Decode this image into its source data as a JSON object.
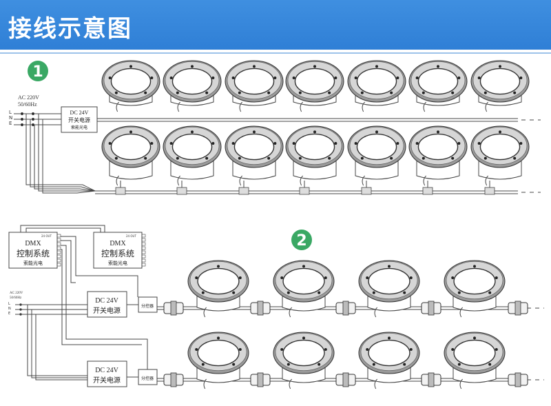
{
  "header": {
    "title": "接线示意图"
  },
  "colors": {
    "header_bg": "#3f8fe0",
    "badge_green": "#3aa864",
    "line": "#444444"
  },
  "section1": {
    "badge": "1",
    "mains": {
      "ac": "AC 220V",
      "freq": "50/60Hz",
      "l": "L",
      "n": "N",
      "e": "E"
    },
    "psu": {
      "line1": "DC 24V",
      "line2": "开关电源",
      "line3": "索能光电"
    }
  },
  "section2": {
    "badge": "2",
    "dmx_master": {
      "pins": "24 OUT",
      "line1": "DMX",
      "line2": "控制系统",
      "line3": "索能光电"
    },
    "dmx_slave": {
      "pins": "24 OUT",
      "line1": "DMX",
      "line2": "控制系统",
      "line3": "索能光电"
    },
    "mains": {
      "ac": "AC 220V",
      "freq": "50/60Hz",
      "l": "L",
      "n": "N",
      "e": "E"
    },
    "psu_top": {
      "line1": "DC 24V",
      "line2": "开关电源"
    },
    "psu_bottom": {
      "line1": "DC 24V",
      "line2": "开关电源"
    },
    "splitter_top": "分控器",
    "splitter_bottom": "分控器"
  }
}
